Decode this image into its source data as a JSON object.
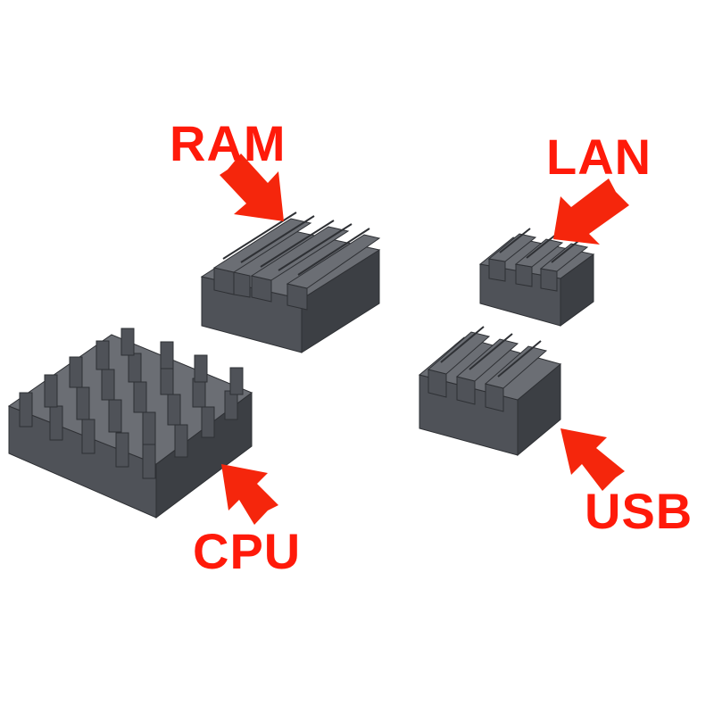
{
  "labels": {
    "ram": "RAM",
    "lan": "LAN",
    "cpu": "CPU",
    "usb": "USB"
  },
  "colors": {
    "label": "#ff1a0a",
    "arrow": "#f5260c",
    "sink_side": "#3c3f44",
    "sink_front": "#4f5258",
    "sink_top": "#6b6e74",
    "fin_dark": "#2e3034",
    "background": "#ffffff"
  }
}
